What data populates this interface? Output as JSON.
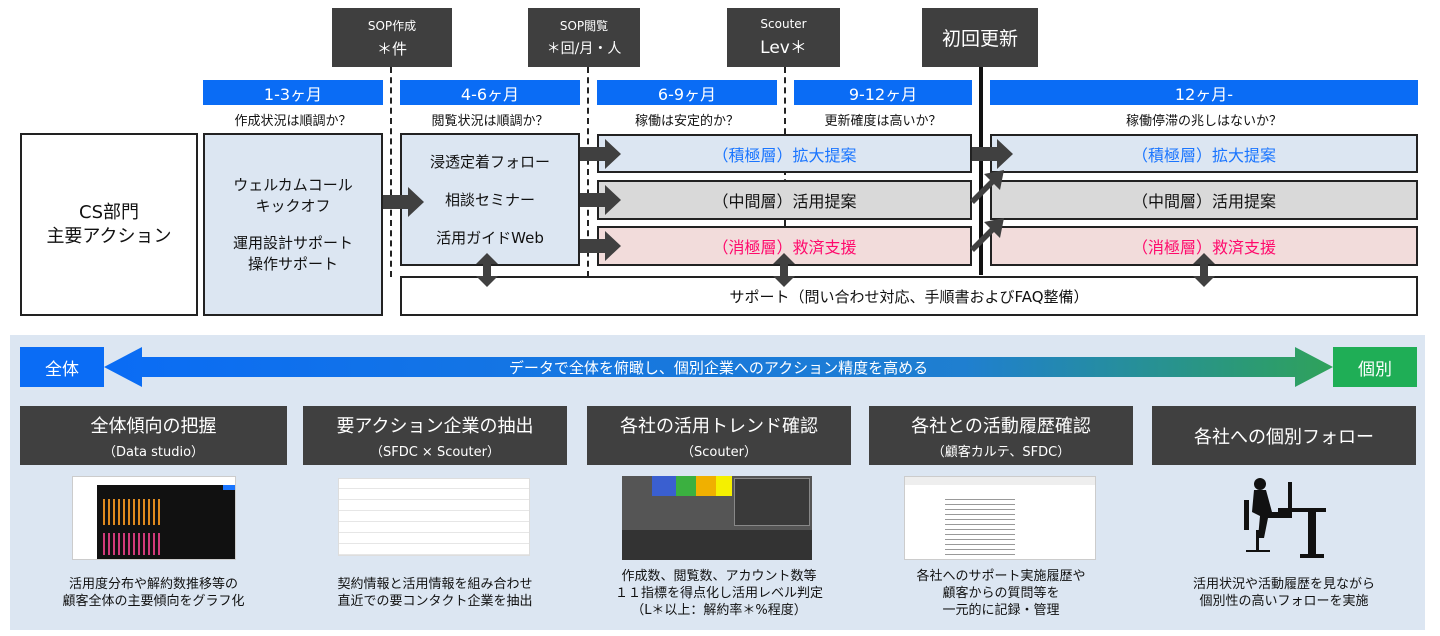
{
  "kpis": [
    {
      "title": "SOP作成",
      "value": "＊件"
    },
    {
      "title": "SOP閲覧",
      "value": "＊回/月・人"
    },
    {
      "title": "Scouter",
      "value": "Lev＊"
    }
  ],
  "renewal": "初回更新",
  "periods": [
    {
      "label": "1-3ヶ月",
      "question": "作成状況は順調か？"
    },
    {
      "label": "4-6ヶ月",
      "question": "閲覧状況は順調か？"
    },
    {
      "label": "6-9ヶ月",
      "question": "稼働は安定的か？"
    },
    {
      "label": "9-12ヶ月",
      "question": "更新確度は高いか？"
    },
    {
      "label": "12ヶ月-",
      "question": "稼働停滞の兆しはないか？"
    }
  ],
  "cs_label": [
    "CS部門",
    "主要アクション"
  ],
  "phase1": [
    "ウェルカムコール",
    "キックオフ",
    "運用設計サポート",
    "操作サポート"
  ],
  "phase2": [
    "浸透定着フォロー",
    "相談セミナー",
    "活用ガイドWeb"
  ],
  "tiers": [
    {
      "tier": "（積極層）",
      "action": "拡大提案"
    },
    {
      "tier": "（中間層）",
      "action": "活用提案"
    },
    {
      "tier": "（消極層）",
      "action": "救済支援"
    }
  ],
  "support": "サポート（問い合わせ対応、手順書およびFAQ整備）",
  "spectrum": {
    "left": "全体",
    "right": "個別",
    "message": "データで全体を俯瞰し、個別企業へのアクション精度を高める"
  },
  "steps": [
    {
      "title": "全体傾向の把握",
      "sub": "（Data studio）",
      "desc": [
        "活用度分布や解約数推移等の",
        "顧客全体の主要傾向をグラフ化"
      ]
    },
    {
      "title": "要アクション企業の抽出",
      "sub": "（SFDC × Scouter）",
      "desc": [
        "契約情報と活用情報を組み合わせ",
        "直近での要コンタクト企業を抽出"
      ]
    },
    {
      "title": "各社の活用トレンド確認",
      "sub": "（Scouter）",
      "desc": [
        "作成数、閲覧数、アカウント数等",
        "１１指標を得点化し活用レベル判定",
        "（L＊以上：解約率＊%程度）"
      ]
    },
    {
      "title": "各社との活動履歴確認",
      "sub": "（顧客カルテ、SFDC）",
      "desc": [
        "各社へのサポート実施履歴や",
        "顧客からの質問等を",
        "一元的に記録・管理"
      ]
    },
    {
      "title": "各社への個別フォロー",
      "sub": "",
      "desc": [
        "活用状況や活動履歴を見ながら",
        "個別性の高いフォローを実施"
      ]
    }
  ],
  "colors": {
    "blue": "#0a6cf5",
    "green": "#1fae56",
    "pink": "#ff0a6c",
    "dark": "#404040"
  }
}
